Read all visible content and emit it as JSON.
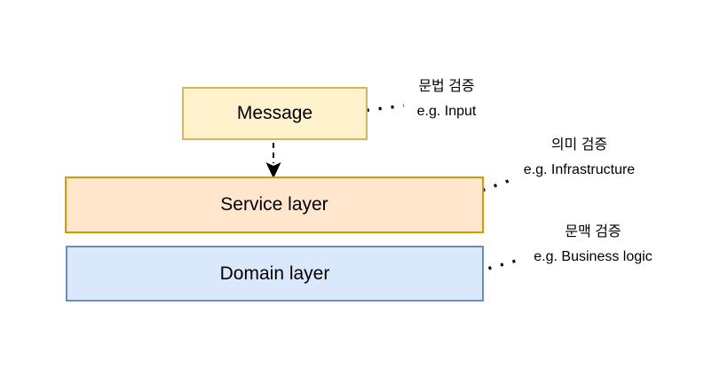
{
  "diagram": {
    "background_color": "#ffffff",
    "text_color": "#000000",
    "boxes": [
      {
        "id": "message",
        "label": "Message",
        "fill": "#FFF2CC",
        "border": "#D6B656"
      },
      {
        "id": "service",
        "label": "Service layer",
        "fill": "#FFE6CC",
        "border": "#D79B00"
      },
      {
        "id": "domain",
        "label": "Domain layer",
        "fill": "#DAE8FC",
        "border": "#6C8EBF"
      }
    ],
    "annotations": [
      {
        "id": "syntax",
        "line1": "문법 검증",
        "line2": "e.g. Input"
      },
      {
        "id": "semantic",
        "line1": "의미 검증",
        "line2": "e.g. Infrastructure"
      },
      {
        "id": "context",
        "line1": "문맥 검증",
        "line2": "e.g. Business logic"
      }
    ],
    "connector_color": "#000000"
  }
}
